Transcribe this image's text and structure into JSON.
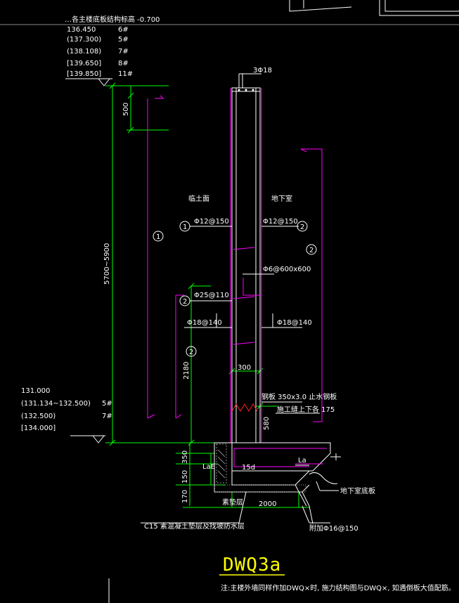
{
  "elevations_top": {
    "header": "…各主楼底板结构标高 -0.700",
    "rows": [
      {
        "value": "136.450",
        "mark": "6#"
      },
      {
        "value": "(137.300)",
        "mark": "5#"
      },
      {
        "value": "(138.108)",
        "mark": "7#"
      },
      {
        "value": "[139.650]",
        "mark": "8#"
      },
      {
        "value": "[139.850]",
        "mark": "11#"
      }
    ]
  },
  "elevations_bottom": {
    "rows": [
      {
        "value": "131.000",
        "mark": ""
      },
      {
        "value": "(131.134~132.500)",
        "mark": "5#"
      },
      {
        "value": "(132.500)",
        "mark": "7#"
      },
      {
        "value": "[134.000]",
        "mark": ""
      }
    ]
  },
  "labels": {
    "top_bars": "3Φ18",
    "soil_side": "临土面",
    "basement_side": "地下室",
    "bar_left_1": "Φ12@150",
    "bar_right_2": "Φ12@150",
    "tie": "Φ6@600x600",
    "bar_25": "Φ25@110",
    "bar_left_18": "Φ18@140",
    "bar_right_18": "Φ18@140",
    "wall_thk": "300",
    "waterstop": "钢板 350x3.0 止水钢板",
    "construction_joint": "施工缝上下各 175",
    "la": "La",
    "lae": "LaE",
    "d15": "15d",
    "basement_slab": "地下室底板",
    "plain_conc": "C15 素混凝土垫层及找坡防水层",
    "bottom_bar": "附加Φ16@150",
    "width_2000": "2000",
    "foot_note": "注:主楼外墙同样作加DWQ×时, 施力结构图与DWQ×, 如遇倒板大值配筋。",
    "small_label_1": "素垫层"
  },
  "dimensions": {
    "d500_top": "500",
    "height_range": "5700~5900",
    "d2180": "2180",
    "d580": "580",
    "d350": "350",
    "d150": "150",
    "d170": "170"
  },
  "circle_marks": {
    "c1": "1",
    "c2": "2"
  },
  "title": "DWQ3a"
}
